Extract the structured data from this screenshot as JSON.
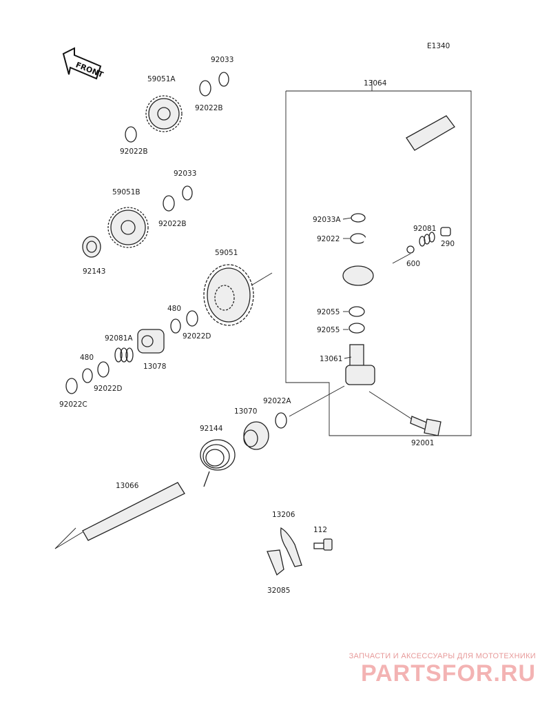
{
  "diagram_code": "E1340",
  "front_label": "FRONT",
  "part_labels": {
    "p92033_top": "92033",
    "p59051A": "59051A",
    "p92022B_a": "92022B",
    "p92022B_b": "92022B",
    "p13064": "13064",
    "p92033_mid": "92033",
    "p59051B": "59051B",
    "p92022B_c": "92022B",
    "p92143": "92143",
    "p92033A": "92033A",
    "p92081_right": "92081",
    "p92022": "92022",
    "p290": "290",
    "p600": "600",
    "p59051": "59051",
    "p480_a": "480",
    "p92022D_a": "92022D",
    "p92081A": "92081A",
    "p13078": "13078",
    "p480_b": "480",
    "p92022D_b": "92022D",
    "p92022C": "92022C",
    "p92055_a": "92055",
    "p92055_b": "92055",
    "p13061": "13061",
    "p92022A": "92022A",
    "p13070": "13070",
    "p92144": "92144",
    "p92001": "92001",
    "p13066": "13066",
    "p13206": "13206",
    "p112": "112",
    "p32085": "32085"
  },
  "watermark": {
    "tagline": "ЗАПЧАСТИ И АКСЕССУАРЫ ДЛЯ МОТОТЕХНИКИ",
    "brand": "PARTSFOR.RU"
  }
}
